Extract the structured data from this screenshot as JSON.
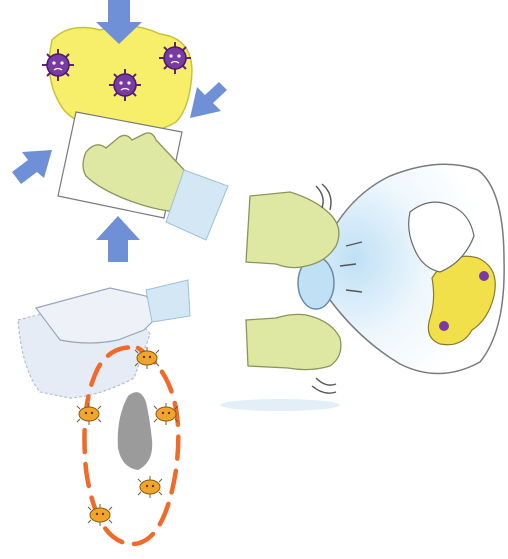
{
  "scene": {
    "panels": [
      {
        "id": "wipe-spill",
        "description_icon": "gloved-hand-wiping-spill-icon"
      },
      {
        "id": "tie-bag",
        "description_icon": "hands-tying-bag-icon"
      },
      {
        "id": "cloth-and-germs",
        "description_icon": "cloth-with-germs-icon"
      }
    ],
    "colors": {
      "spill_yellow": "#f7ef6a",
      "glove_green": "#dfe8a2",
      "virus_purple": "#6a2c8f",
      "arrow_blue": "#6f8fd6",
      "cuff_blue": "#d3e8f4",
      "germ_orange": "#f0a020",
      "dashed_orange": "#f06a2a"
    },
    "icons": [
      "arrow-icon",
      "virus-icon",
      "germ-icon",
      "garbage-bag-icon",
      "glove-icon",
      "paper-towel-icon"
    ]
  }
}
